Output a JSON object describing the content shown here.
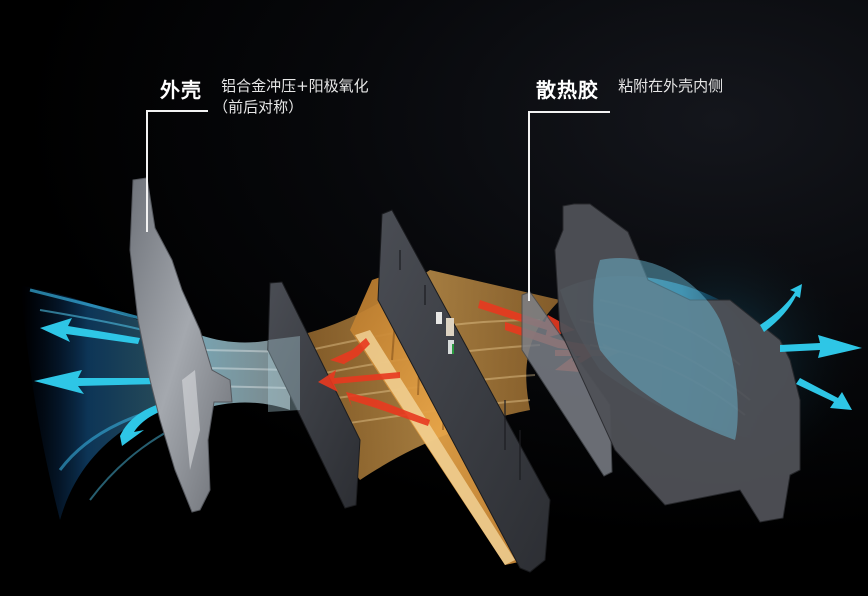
{
  "diagram": {
    "type": "exploded-view",
    "subject": "RAM heatsink assembly",
    "colors": {
      "background": "#000000",
      "cool_airflow": "#29c4e6",
      "warm_airflow": "#e8a24a",
      "heat_arrows": "#e8391f",
      "shell_gray": "#8f939a",
      "dark_panel": "#3a3c42",
      "pcb_orange": "#e39a3b",
      "label_text": "#ffffff"
    },
    "callouts": [
      {
        "title": "外壳",
        "desc_line1": "铝合金冲压+阳极氧化",
        "desc_line2": "（前后对称）"
      },
      {
        "title": "散热胶",
        "desc_line1": "粘附在外壳内侧"
      }
    ],
    "components": [
      {
        "name": "front-shell",
        "label": "外壳"
      },
      {
        "name": "front-thermal-pad",
        "label": ""
      },
      {
        "name": "memory-module",
        "label": ""
      },
      {
        "name": "rear-thermal-pad",
        "label": "散热胶"
      },
      {
        "name": "rear-shell",
        "label": ""
      }
    ]
  }
}
